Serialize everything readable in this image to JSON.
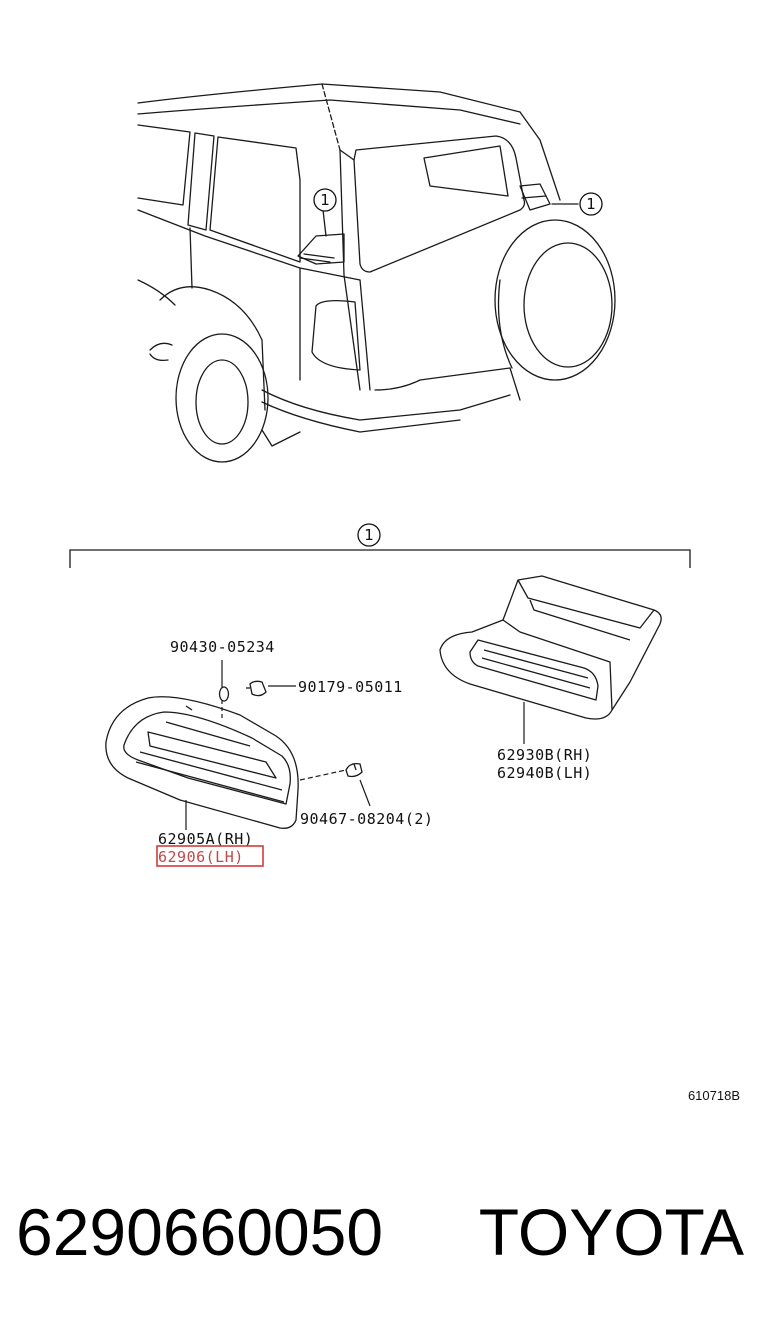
{
  "callout": "1",
  "parts": {
    "p1": "90430-05234",
    "p2": "90179-05011",
    "p3": "62930B(RH)",
    "p4": "62940B(LH)",
    "p5": "62905A(RH)",
    "p6": "62906(LH)",
    "p7": "90467-08204(2)"
  },
  "diagram_code": "610718B",
  "footer": {
    "part_number": "6290660050",
    "brand": "TOYOTA"
  },
  "colors": {
    "highlight": "#d23c3c",
    "line": "#1a1a1a"
  }
}
